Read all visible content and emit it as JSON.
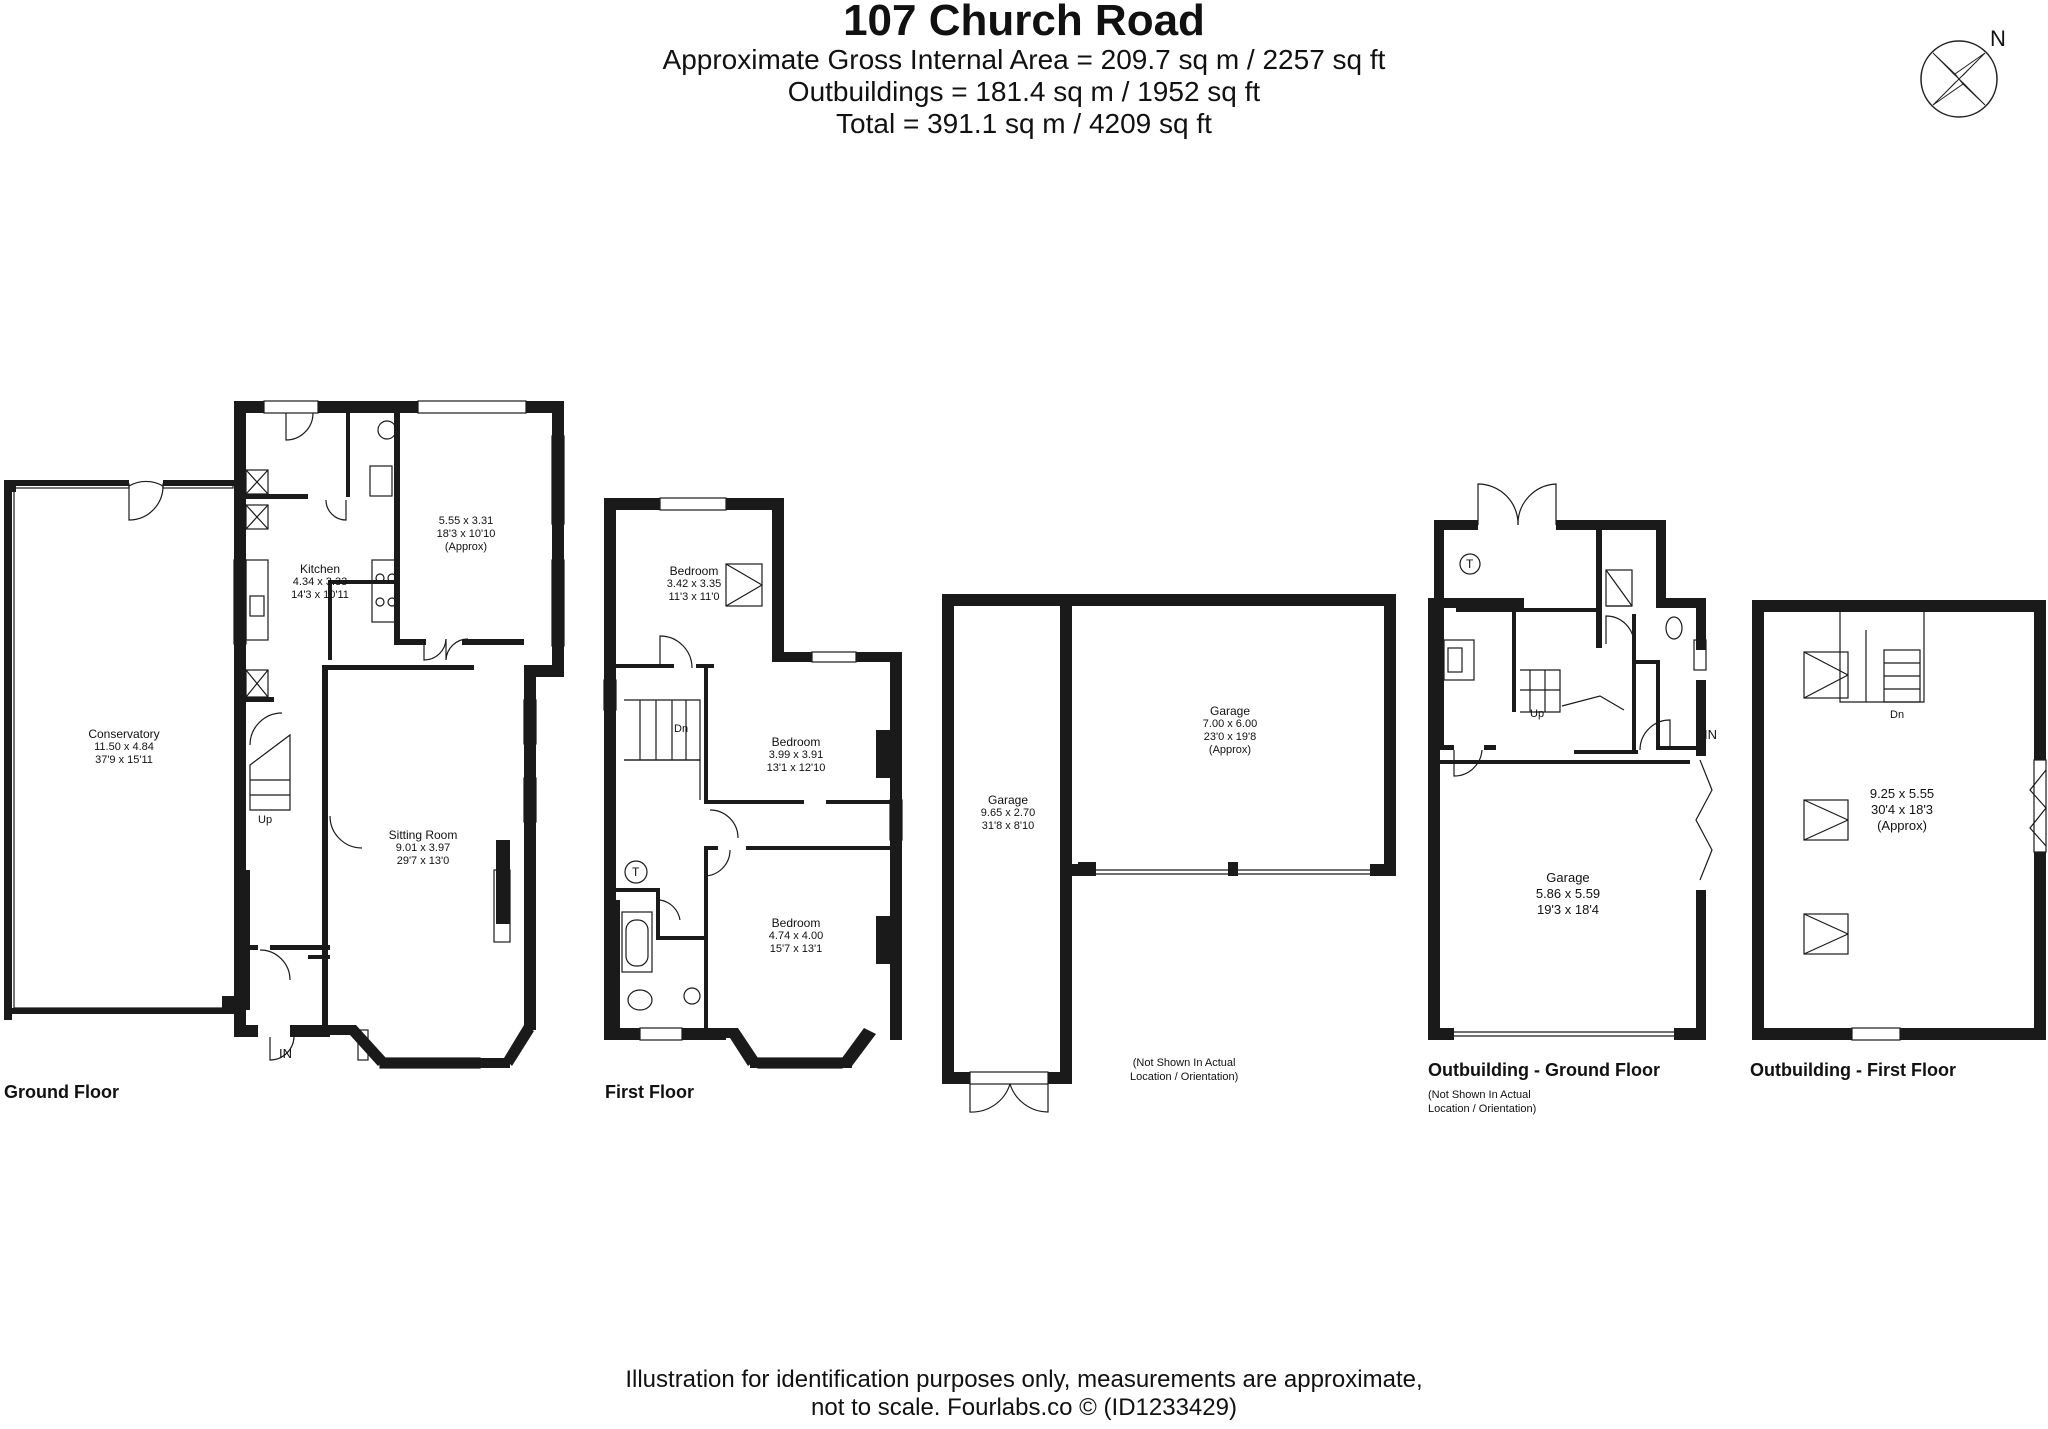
{
  "header": {
    "title": "107 Church Road",
    "line1": "Approximate Gross Internal Area = 209.7 sq m / 2257 sq ft",
    "line2": "Outbuildings = 181.4 sq m / 1952 sq ft",
    "line3": "Total = 391.1 sq m / 4209 sq ft"
  },
  "compass": {
    "label": "N"
  },
  "rooms": {
    "conservatory": {
      "name": "Conservatory",
      "metric": "11.50 x 4.84",
      "imperial": "37'9 x 15'11"
    },
    "kitchen": {
      "name": "Kitchen",
      "metric": "4.34 x 3.33",
      "imperial": "14'3 x 10'11"
    },
    "gf_room": {
      "metric": "5.55 x 3.31",
      "imperial": "18'3 x 10'10",
      "approx": "(Approx)"
    },
    "sitting": {
      "name": "Sitting Room",
      "metric": "9.01 x 3.97",
      "imperial": "29'7 x 13'0"
    },
    "bed1": {
      "name": "Bedroom",
      "metric": "3.42 x 3.35",
      "imperial": "11'3 x 11'0"
    },
    "bed2": {
      "name": "Bedroom",
      "metric": "3.99 x 3.91",
      "imperial": "13'1 x 12'10"
    },
    "bed3": {
      "name": "Bedroom",
      "metric": "4.74 x 4.00",
      "imperial": "15'7 x 13'1"
    },
    "garage_long": {
      "name": "Garage",
      "metric": "9.65 x 2.70",
      "imperial": "31'8 x 8'10"
    },
    "garage_wide": {
      "name": "Garage",
      "metric": "7.00 x 6.00",
      "imperial": "23'0 x 19'8",
      "approx": "(Approx)"
    },
    "garage_out": {
      "name": "Garage",
      "metric": "5.86 x 5.59",
      "imperial": "19'3 x 18'4"
    },
    "out_first": {
      "metric": "9.25 x 5.55",
      "imperial": "30'4 x 18'3",
      "approx": "(Approx)"
    }
  },
  "marks": {
    "up": "Up",
    "dn": "Dn",
    "in": "IN",
    "tank": "T"
  },
  "floors": {
    "ground": "Ground Floor",
    "first": "First Floor",
    "out_ground": "Outbuilding - Ground Floor",
    "out_first": "Outbuilding - First Floor"
  },
  "notes": {
    "garage_note": "(Not Shown In Actual\nLocation / Orientation)",
    "outbuilding_note": "(Not Shown In Actual\nLocation / Orientation)"
  },
  "footer": {
    "line1": "Illustration for identification purposes only, measurements are approximate,",
    "line2": "not to scale. Fourlabs.co © (ID1233429)"
  }
}
